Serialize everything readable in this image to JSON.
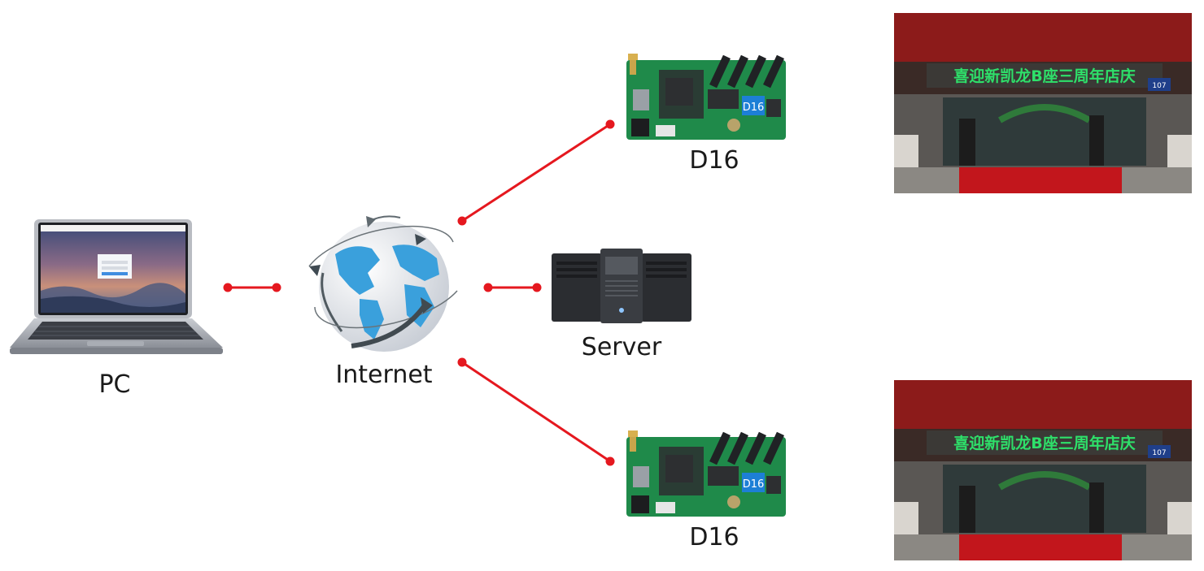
{
  "nodes": {
    "pc": {
      "label": "PC"
    },
    "internet": {
      "label": "Internet"
    },
    "server": {
      "label": "Server"
    },
    "controller_top": {
      "label": "D16",
      "chip_label": "D16"
    },
    "controller_bottom": {
      "label": "D16",
      "chip_label": "D16"
    }
  },
  "displays": {
    "top": {
      "sign_text": "喜迎新凯龙B座三周年店庆",
      "plate_text": "107"
    },
    "bottom": {
      "sign_text": "喜迎新凯龙B座三周年店庆",
      "plate_text": "107"
    }
  },
  "colors": {
    "link": "#e5181f",
    "pcb": "#1f8a4a",
    "globe_land": "#3aa0dc",
    "sign_text": "#2ee06a"
  }
}
